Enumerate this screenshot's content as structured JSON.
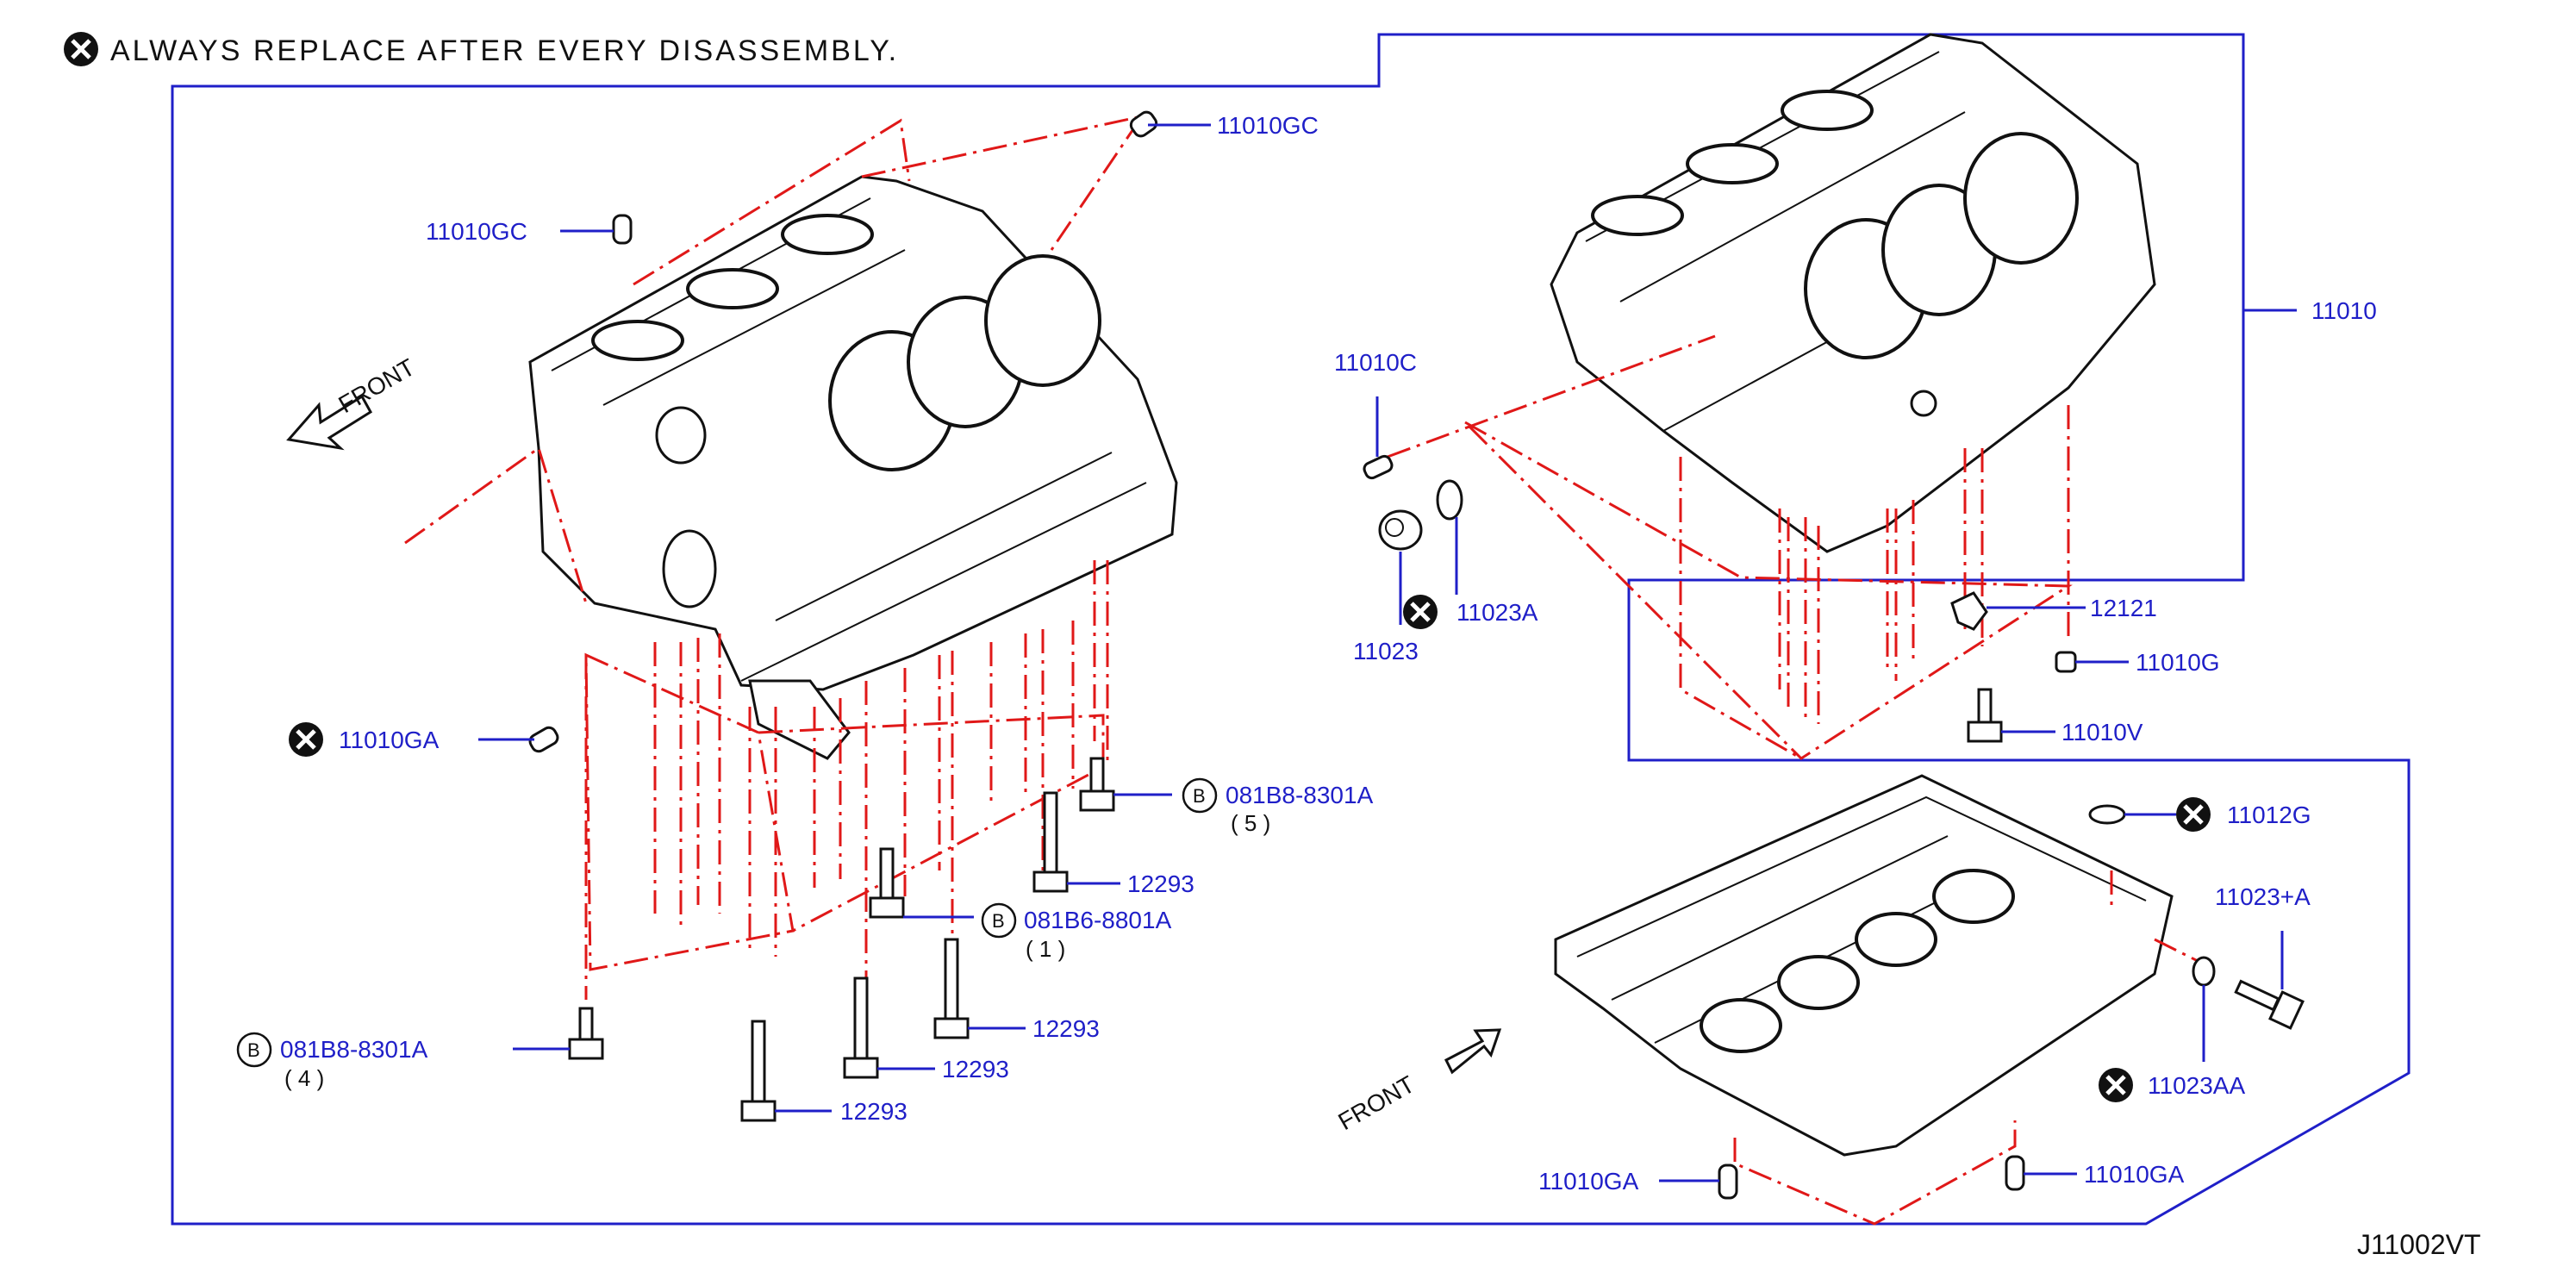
{
  "note": {
    "text": "ALWAYS REPLACE AFTER EVERY DISASSEMBLY."
  },
  "front_labels": [
    "FRONT",
    "FRONT"
  ],
  "diagram_ref": "J11002VT",
  "callouts": {
    "c_11010GC_top": "11010GC",
    "c_11010GC_left": "11010GC",
    "c_11010": "11010",
    "c_11010C": "11010C",
    "c_11023A": "11023A",
    "c_11023": "11023",
    "c_12121": "12121",
    "c_11010G": "11010G",
    "c_11010V": "11010V",
    "c_11010GA_left": "11010GA",
    "c_081B8_5": "081B8-8301A",
    "c_081B8_5_qty": "( 5 )",
    "c_12293_a": "12293",
    "c_081B6": "081B6-8801A",
    "c_081B6_qty": "( 1 )",
    "c_12293_b": "12293",
    "c_081B8_4": "081B8-8301A",
    "c_081B8_4_qty": "( 4 )",
    "c_12293_c": "12293",
    "c_12293_d": "12293",
    "c_11012G": "11012G",
    "c_11023A_plus": "11023+A",
    "c_11023AA": "11023AA",
    "c_11010GA_bl": "11010GA",
    "c_11010GA_br": "11010GA"
  },
  "circle_letter": "B",
  "colors": {
    "part_number": "#1f1fc8",
    "guide_line": "#e01818",
    "ink": "#111111"
  }
}
